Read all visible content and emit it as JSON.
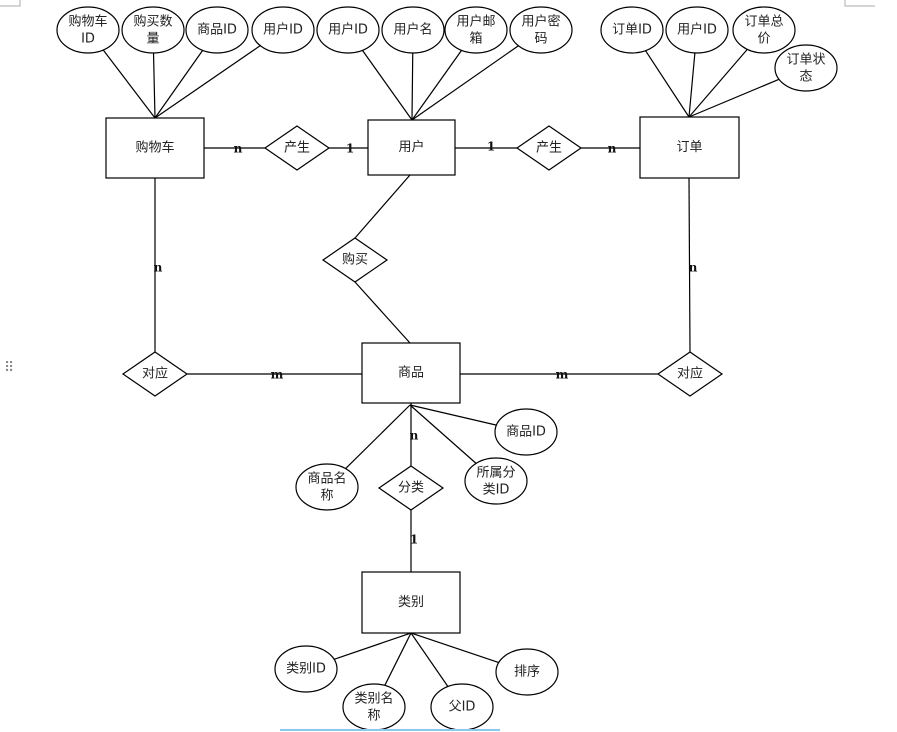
{
  "entities": [
    {
      "id": "cart",
      "label": "购物车"
    },
    {
      "id": "user",
      "label": "用户"
    },
    {
      "id": "order",
      "label": "订单"
    },
    {
      "id": "product",
      "label": "商品"
    },
    {
      "id": "category",
      "label": "类别"
    }
  ],
  "relationships": [
    {
      "id": "gen1",
      "label": "产生"
    },
    {
      "id": "gen2",
      "label": "产生"
    },
    {
      "id": "buy",
      "label": "购买"
    },
    {
      "id": "corr1",
      "label": "对应"
    },
    {
      "id": "corr2",
      "label": "对应"
    },
    {
      "id": "classify",
      "label": "分类"
    }
  ],
  "attributes": [
    {
      "id": "a1",
      "lines": [
        "购物车",
        "ID"
      ],
      "of": "cart"
    },
    {
      "id": "a2",
      "lines": [
        "购买数",
        "量"
      ],
      "of": "cart"
    },
    {
      "id": "a3",
      "lines": [
        "商品ID"
      ],
      "of": "cart"
    },
    {
      "id": "a4",
      "lines": [
        "用户ID"
      ],
      "of": "cart"
    },
    {
      "id": "a5",
      "lines": [
        "用户ID"
      ],
      "of": "user"
    },
    {
      "id": "a6",
      "lines": [
        "用户名"
      ],
      "of": "user"
    },
    {
      "id": "a7",
      "lines": [
        "用户邮",
        "箱"
      ],
      "of": "user"
    },
    {
      "id": "a8",
      "lines": [
        "用户密",
        "码"
      ],
      "of": "user"
    },
    {
      "id": "a9",
      "lines": [
        "订单ID"
      ],
      "of": "order"
    },
    {
      "id": "a10",
      "lines": [
        "用户ID"
      ],
      "of": "order"
    },
    {
      "id": "a11",
      "lines": [
        "订单总",
        "价"
      ],
      "of": "order"
    },
    {
      "id": "a12",
      "lines": [
        "订单状",
        "态"
      ],
      "of": "order"
    },
    {
      "id": "a13",
      "lines": [
        "商品ID"
      ],
      "of": "product"
    },
    {
      "id": "a14",
      "lines": [
        "所属分",
        "类ID"
      ],
      "of": "product"
    },
    {
      "id": "a15",
      "lines": [
        "商品名",
        "称"
      ],
      "of": "product"
    },
    {
      "id": "a16",
      "lines": [
        "类别ID"
      ],
      "of": "category"
    },
    {
      "id": "a17",
      "lines": [
        "类别名",
        "称"
      ],
      "of": "category"
    },
    {
      "id": "a18",
      "lines": [
        "父ID"
      ],
      "of": "category"
    },
    {
      "id": "a19",
      "lines": [
        "排序"
      ],
      "of": "category"
    }
  ],
  "cardinalities": [
    {
      "id": "c1",
      "label": "n"
    },
    {
      "id": "c2",
      "label": "1"
    },
    {
      "id": "c3",
      "label": "1"
    },
    {
      "id": "c4",
      "label": "n"
    },
    {
      "id": "c5",
      "label": "n"
    },
    {
      "id": "c6",
      "label": "m"
    },
    {
      "id": "c7",
      "label": "m"
    },
    {
      "id": "c8",
      "label": "n"
    },
    {
      "id": "c9",
      "label": "n"
    },
    {
      "id": "c10",
      "label": "1"
    }
  ]
}
